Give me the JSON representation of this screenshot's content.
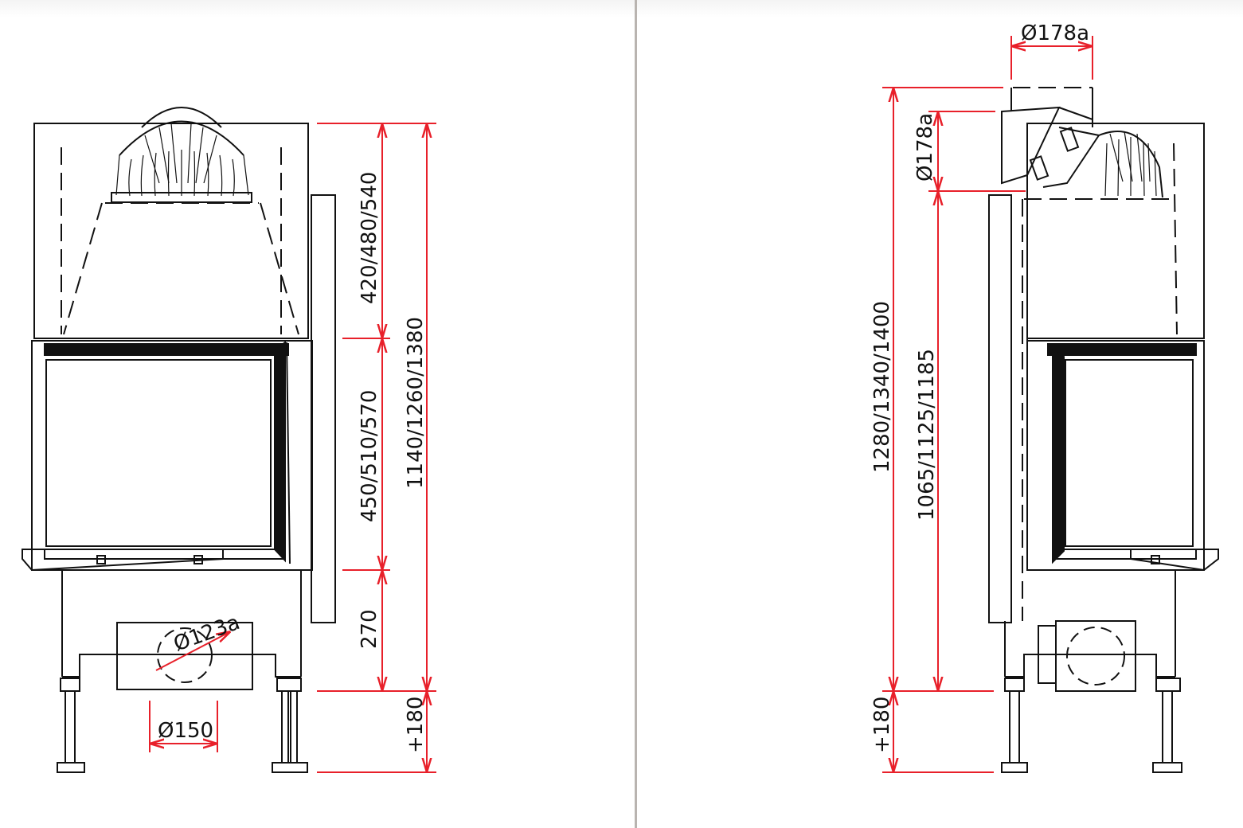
{
  "views": {
    "front": {
      "dim_upper": "420/480/540",
      "dim_middle": "450/510/570",
      "dim_lower": "270",
      "dim_total": "1140/1260/1380",
      "dim_legs": "+180",
      "dim_air_inlet": "Ø123a",
      "dim_air_pipe": "Ø150"
    },
    "side": {
      "dim_flue_top": "Ø178a",
      "dim_flue_side": "Ø178a",
      "dim_total": "1280/1340/1400",
      "dim_flue_height": "1065/1125/1185",
      "dim_legs": "+180"
    }
  },
  "colors": {
    "dimension_line": "#e8202a",
    "outline": "#111111",
    "divider": "#b9b4b0"
  }
}
